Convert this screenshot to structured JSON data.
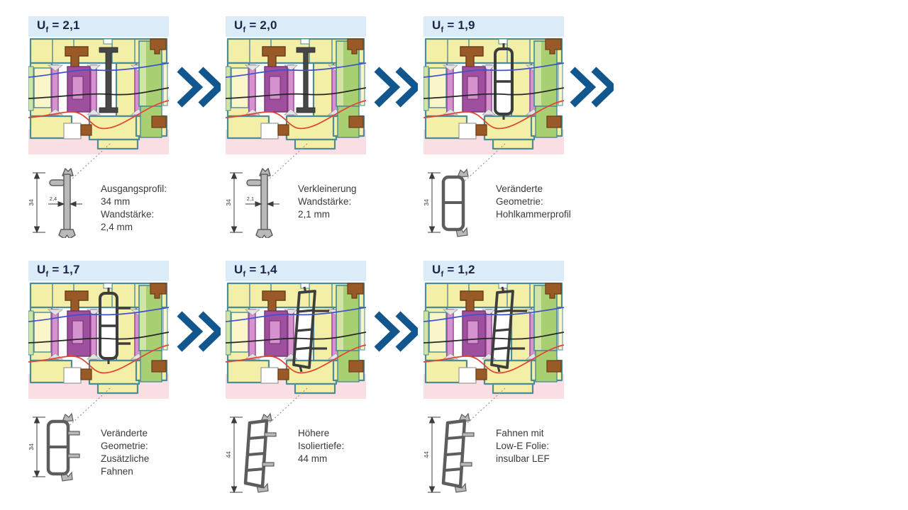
{
  "title": "insulbar Profilentwicklung - Uf-Wert Optimierung",
  "colors": {
    "arrow": "#12568e",
    "header_bg": "#dcebf8",
    "header_text": "#1d2347",
    "pink": "#f9dee4",
    "teal": "#4d8b95",
    "yellow": "#f4efa6",
    "pale_yellow": "#faf6c9",
    "green": "#a8d072",
    "light_green": "#cfe4a5",
    "brown": "#9a5a28",
    "brown_edge": "#6b3c17",
    "purple": "#9e4f9e",
    "purple_edge": "#73336f",
    "light_purple": "#d592cf",
    "black_profile": "#3d3d3d",
    "iso_blue": "#4053c8",
    "iso_black": "#262626",
    "iso_red": "#e04432",
    "outline_grey": "#5d5d5d",
    "fill_grey": "#b9b9b9",
    "dim": "#3c3c3c",
    "leader_grey": "#8f8f8f"
  },
  "panels": [
    {
      "uf": {
        "base": "U",
        "sub": "f",
        "value": "= 2,1"
      },
      "caption": [
        "Ausgangsprofil: 34 mm",
        "Wandstärke: 2,4 mm"
      ],
      "dims": {
        "height": "34",
        "wall": "2,4"
      },
      "xsec_variant": "ibeam",
      "profile_variant": "bar"
    },
    {
      "uf": {
        "base": "U",
        "sub": "f",
        "value": "= 2,0"
      },
      "caption": [
        "Verkleinerung",
        "Wandstärke: 2,1 mm"
      ],
      "dims": {
        "height": "34",
        "wall": "2,1"
      },
      "xsec_variant": "ibeam_thin",
      "profile_variant": "bar"
    },
    {
      "uf": {
        "base": "U",
        "sub": "f",
        "value": "= 1,9"
      },
      "caption": [
        "Veränderte Geometrie:",
        "Hohlkammerprofil"
      ],
      "dims": {
        "height": "34"
      },
      "xsec_variant": "hollow",
      "profile_variant": "hollow"
    },
    {
      "uf": {
        "base": "U",
        "sub": "f",
        "value": "= 1,7"
      },
      "caption": [
        "Veränderte Geometrie:",
        "Zusätzliche Fahnen"
      ],
      "dims": {
        "height": "34"
      },
      "xsec_variant": "hollow_fins",
      "profile_variant": "hollow_fins"
    },
    {
      "uf": {
        "base": "U",
        "sub": "f",
        "value": "= 1,4"
      },
      "caption": [
        "Höhere Isoliertiefe:",
        "44 mm"
      ],
      "dims": {
        "height": "44"
      },
      "xsec_variant": "tall",
      "profile_variant": "tall"
    },
    {
      "uf": {
        "base": "U",
        "sub": "f",
        "value": "= 1,2"
      },
      "caption": [
        "Fahnen mit Low-E Folie:",
        "insulbar LEF"
      ],
      "dims": {
        "height": "44"
      },
      "xsec_variant": "tall",
      "profile_variant": "tall"
    }
  ]
}
